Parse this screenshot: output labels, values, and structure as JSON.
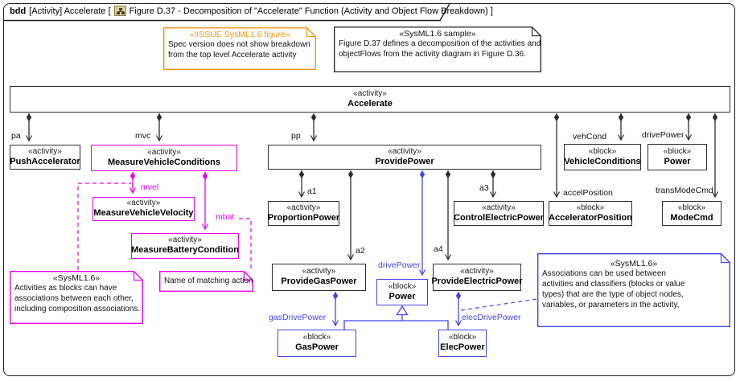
{
  "colors": {
    "black": "#2d2d2d",
    "magenta": "#f000f0",
    "blue": "#4444ee",
    "orange": "#f79410"
  },
  "frame": {
    "header": {
      "kind": "bdd",
      "context": "[Activity] Accelerate [",
      "icon": "diagram-tree-icon",
      "figure": "Figure D.37 - Decomposition of \"Accelerate\" Function (Activity and Object Flow Breakdown) ]"
    }
  },
  "notes": {
    "issue": {
      "stereotype": "«!ISSUE SysML1.6 figure»",
      "lines": [
        "Spec version does not show breakdown",
        "from the top level Accelerate activity"
      ]
    },
    "sample": {
      "stereotype": "«SysML1.6 sample»",
      "lines": [
        "Figure D.37 defines a decomposition of the activities and",
        "objectFlows from the activity diagram in Figure D.36."
      ]
    },
    "assoc": {
      "stereotype": "«SysML1.6»",
      "lines": [
        "Activities as blocks can have",
        "associations between each other,",
        "including composition associations."
      ]
    },
    "action": {
      "lines": [
        "Name of matching action"
      ]
    },
    "blue_note": {
      "stereotype": "«SysML1.6»",
      "lines": [
        "Associations can be used between",
        "activities and classifiers (blocks or value",
        "types) that are the type of object nodes,",
        "variables, or parameters in the activity,"
      ]
    }
  },
  "blocks": {
    "accelerate": {
      "stereotype": "«activity»",
      "name": "Accelerate"
    },
    "push_accelerator": {
      "stereotype": "«activity»",
      "name": "PushAccelerator"
    },
    "measure_vehicle_conditions": {
      "stereotype": "«activity»",
      "name": "MeasureVehicleConditions"
    },
    "provide_power": {
      "stereotype": "«activity»",
      "name": "ProvidePower"
    },
    "vehicle_conditions": {
      "stereotype": "«block»",
      "name": "VehicleConditions"
    },
    "power_top": {
      "stereotype": "«block»",
      "name": "Power"
    },
    "measure_vehicle_velocity": {
      "stereotype": "«activity»",
      "name": "MeasureVehicleVelocity"
    },
    "measure_battery_condition": {
      "stereotype": "«activity»",
      "name": "MeasureBatteryCondition"
    },
    "proportion_power": {
      "stereotype": "«activity»",
      "name": "ProportionPower"
    },
    "control_electric_power": {
      "stereotype": "«activity»",
      "name": "ControlElectricPower"
    },
    "accelerator_position": {
      "stereotype": "«block»",
      "name": "AcceleratorPosition"
    },
    "mode_cmd": {
      "stereotype": "«block»",
      "name": "ModeCmd"
    },
    "provide_gas_power": {
      "stereotype": "«activity»",
      "name": "ProvideGasPower"
    },
    "power_mid": {
      "stereotype": "«block»",
      "name": "Power"
    },
    "provide_electric_power": {
      "stereotype": "«activity»",
      "name": "ProvideElectricPower"
    },
    "gas_power": {
      "stereotype": "«block»",
      "name": "GasPower"
    },
    "elec_power": {
      "stereotype": "«block»",
      "name": "ElecPower"
    }
  },
  "edge_labels": {
    "pa": "pa",
    "mvc": "mvc",
    "pp": "pp",
    "vehCond": "vehCond",
    "drivePower_top": "drivePower",
    "accelPosition": "accelPosition",
    "transModeCmd": "transModeCmd",
    "a1": "a1",
    "a2": "a2",
    "a3": "a3",
    "a4": "a4",
    "mvel": "mvel",
    "mbat": "mbat",
    "drivePower_mid": "drivePower",
    "gasDrivePower": "gasDrivePower",
    "elecDrivePower": "elecDrivePower"
  }
}
